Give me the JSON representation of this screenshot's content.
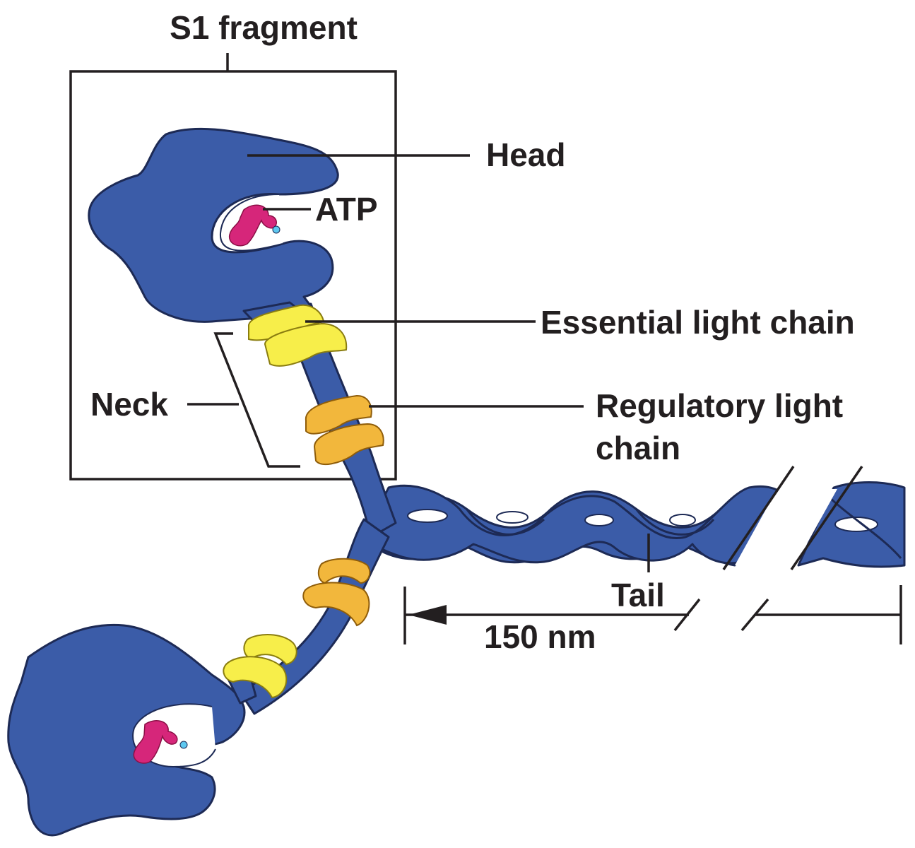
{
  "labels": {
    "s1_fragment": "S1 fragment",
    "head": "Head",
    "atp": "ATP",
    "essential_light_chain": "Essential light chain",
    "regulatory_light_chain_line1": "Regulatory light",
    "regulatory_light_chain_line2": "chain",
    "neck": "Neck",
    "tail": "Tail",
    "length": "150 nm"
  },
  "colors": {
    "myosin": "#3b5ca8",
    "myosin_outline": "#1d2a55",
    "essential_light_chain": "#f7ee4a",
    "regulatory_light_chain": "#f2b73c",
    "atp": "#d6267a",
    "atp_phosphate": "#5ec8f0",
    "text": "#231f20"
  }
}
